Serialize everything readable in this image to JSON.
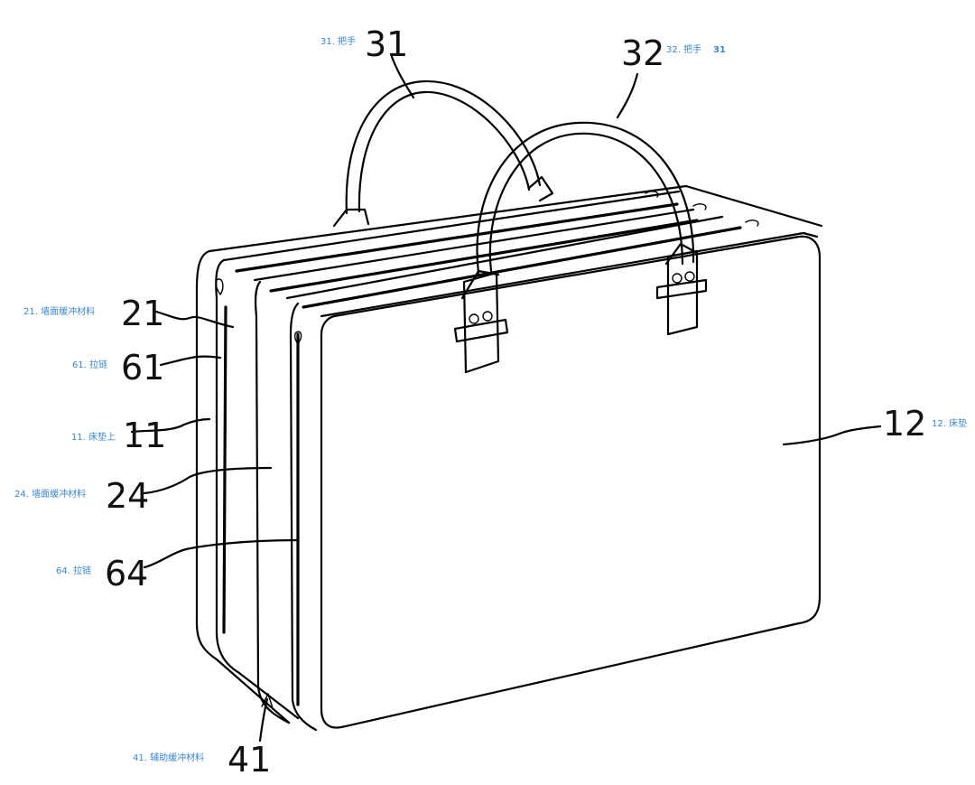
{
  "labels": [
    {
      "key": "31",
      "numeral": "31",
      "caption": "31. 把手",
      "caption_extra": ""
    },
    {
      "key": "32",
      "numeral": "32",
      "caption": "32. 把手",
      "caption_extra": "31"
    },
    {
      "key": "21",
      "numeral": "21",
      "caption": "21. 墙面缓冲材料",
      "caption_extra": ""
    },
    {
      "key": "61",
      "numeral": "61",
      "caption": "61. 拉链",
      "caption_extra": ""
    },
    {
      "key": "11",
      "numeral": "11",
      "caption": "11. 床垫上",
      "caption_extra": ""
    },
    {
      "key": "24",
      "numeral": "24",
      "caption": "24. 墙面缓冲材料",
      "caption_extra": ""
    },
    {
      "key": "64",
      "numeral": "64",
      "caption": "64. 拉链",
      "caption_extra": ""
    },
    {
      "key": "12",
      "numeral": "12",
      "caption": "12. 床垫",
      "caption_extra": ""
    },
    {
      "key": "41",
      "numeral": "41",
      "caption": "41. 辅助缓冲材料",
      "caption_extra": ""
    }
  ]
}
